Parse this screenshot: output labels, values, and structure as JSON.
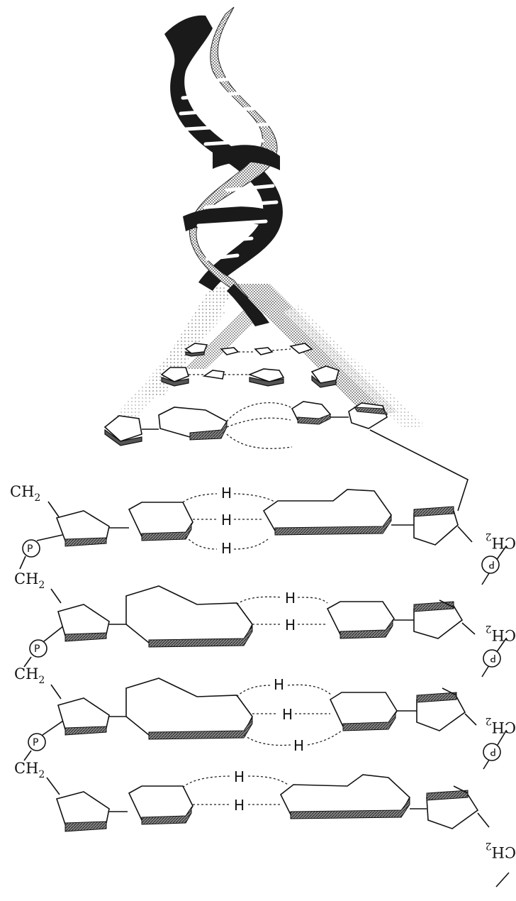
{
  "labels": {
    "ch2": "CH",
    "ch2_sub": "2",
    "phosphate": "P",
    "hydrogen": "H"
  },
  "colors": {
    "helix_dark": "#1a1a1a",
    "helix_stipple": "#8a8a8a",
    "ring_shade": "#555555"
  },
  "icons": [
    "double-helix-illustration",
    "sugar-ring",
    "base-ring",
    "phosphate-circle"
  ]
}
